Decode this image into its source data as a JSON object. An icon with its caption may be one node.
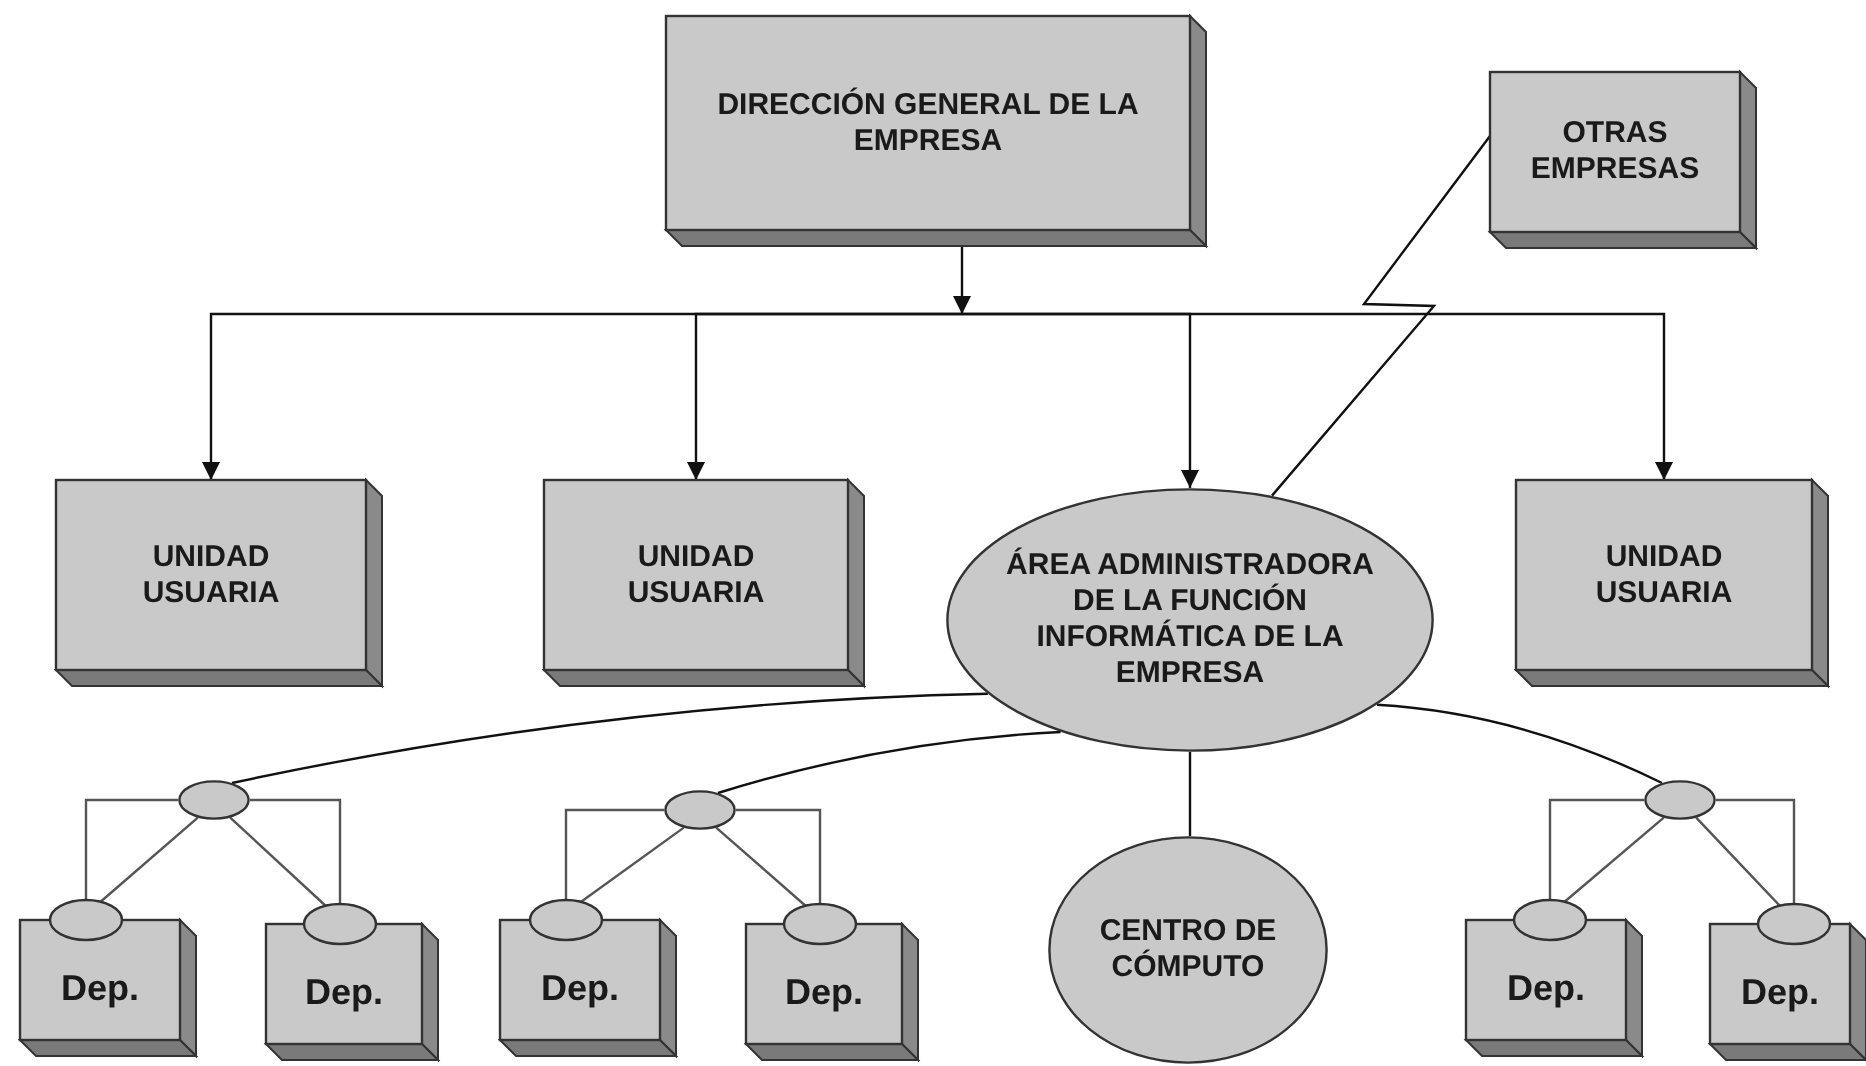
{
  "diagram": {
    "nodes": [
      {
        "text": [
          "DIRECCIÓN GENERAL DE LA EMPRESA"
        ]
      },
      {
        "text": [
          "OTRAS EMPRESAS"
        ]
      },
      {
        "text": [
          "UNIDAD USUARIA"
        ]
      },
      {
        "text": [
          "UNIDAD USUARIA"
        ]
      },
      {
        "text": [
          "ÁREA ADMINISTRADORA DE LA FUNCIÓN INFORMÁTICA DE LA EMPRESA"
        ]
      },
      {
        "text": [
          "UNIDAD USUARIA"
        ]
      },
      {
        "text": [],
        "shape": "ellipse"
      },
      {
        "text": [
          "Dep."
        ]
      },
      {
        "text": [
          "Dep."
        ]
      },
      {
        "text": [],
        "shape": "ellipse"
      },
      {
        "text": [
          "Dep."
        ]
      },
      {
        "text": [
          "Dep."
        ]
      },
      {
        "text": [
          "CENTRO DE CÓMPUTO"
        ]
      },
      {
        "text": [],
        "shape": "ellipse"
      },
      {
        "text": [
          "Dep."
        ]
      },
      {
        "text": [
          "Dep."
        ]
      }
    ],
    "edges": [
      {
        "from": 0,
        "to": 2,
        "arrow": "to"
      },
      {
        "from": 0,
        "to": 3,
        "arrow": "to"
      },
      {
        "from": 0,
        "to": 4,
        "arrow": "to"
      },
      {
        "from": 0,
        "to": 5,
        "arrow": "to"
      },
      {
        "from": 1,
        "to": 4,
        "arrow": "none"
      },
      {
        "from": 4,
        "to": 6,
        "arrow": "none"
      },
      {
        "from": 4,
        "to": 9,
        "arrow": "none"
      },
      {
        "from": 4,
        "to": 12,
        "arrow": "none"
      },
      {
        "from": 4,
        "to": 13,
        "arrow": "none"
      },
      {
        "from": 6,
        "to": 7,
        "arrow": "none"
      },
      {
        "from": 6,
        "to": 7,
        "arrow": "none"
      },
      {
        "from": 6,
        "to": 8,
        "arrow": "none"
      },
      {
        "from": 6,
        "to": 8,
        "arrow": "none"
      },
      {
        "from": 9,
        "to": 10,
        "arrow": "none"
      },
      {
        "from": 9,
        "to": 10,
        "arrow": "none"
      },
      {
        "from": 9,
        "to": 11,
        "arrow": "none"
      },
      {
        "from": 9,
        "to": 11,
        "arrow": "none"
      },
      {
        "from": 13,
        "to": 14,
        "arrow": "none"
      },
      {
        "from": 13,
        "to": 14,
        "arrow": "none"
      },
      {
        "from": 13,
        "to": 15,
        "arrow": "none"
      },
      {
        "from": 13,
        "to": 15,
        "arrow": "none"
      }
    ]
  }
}
